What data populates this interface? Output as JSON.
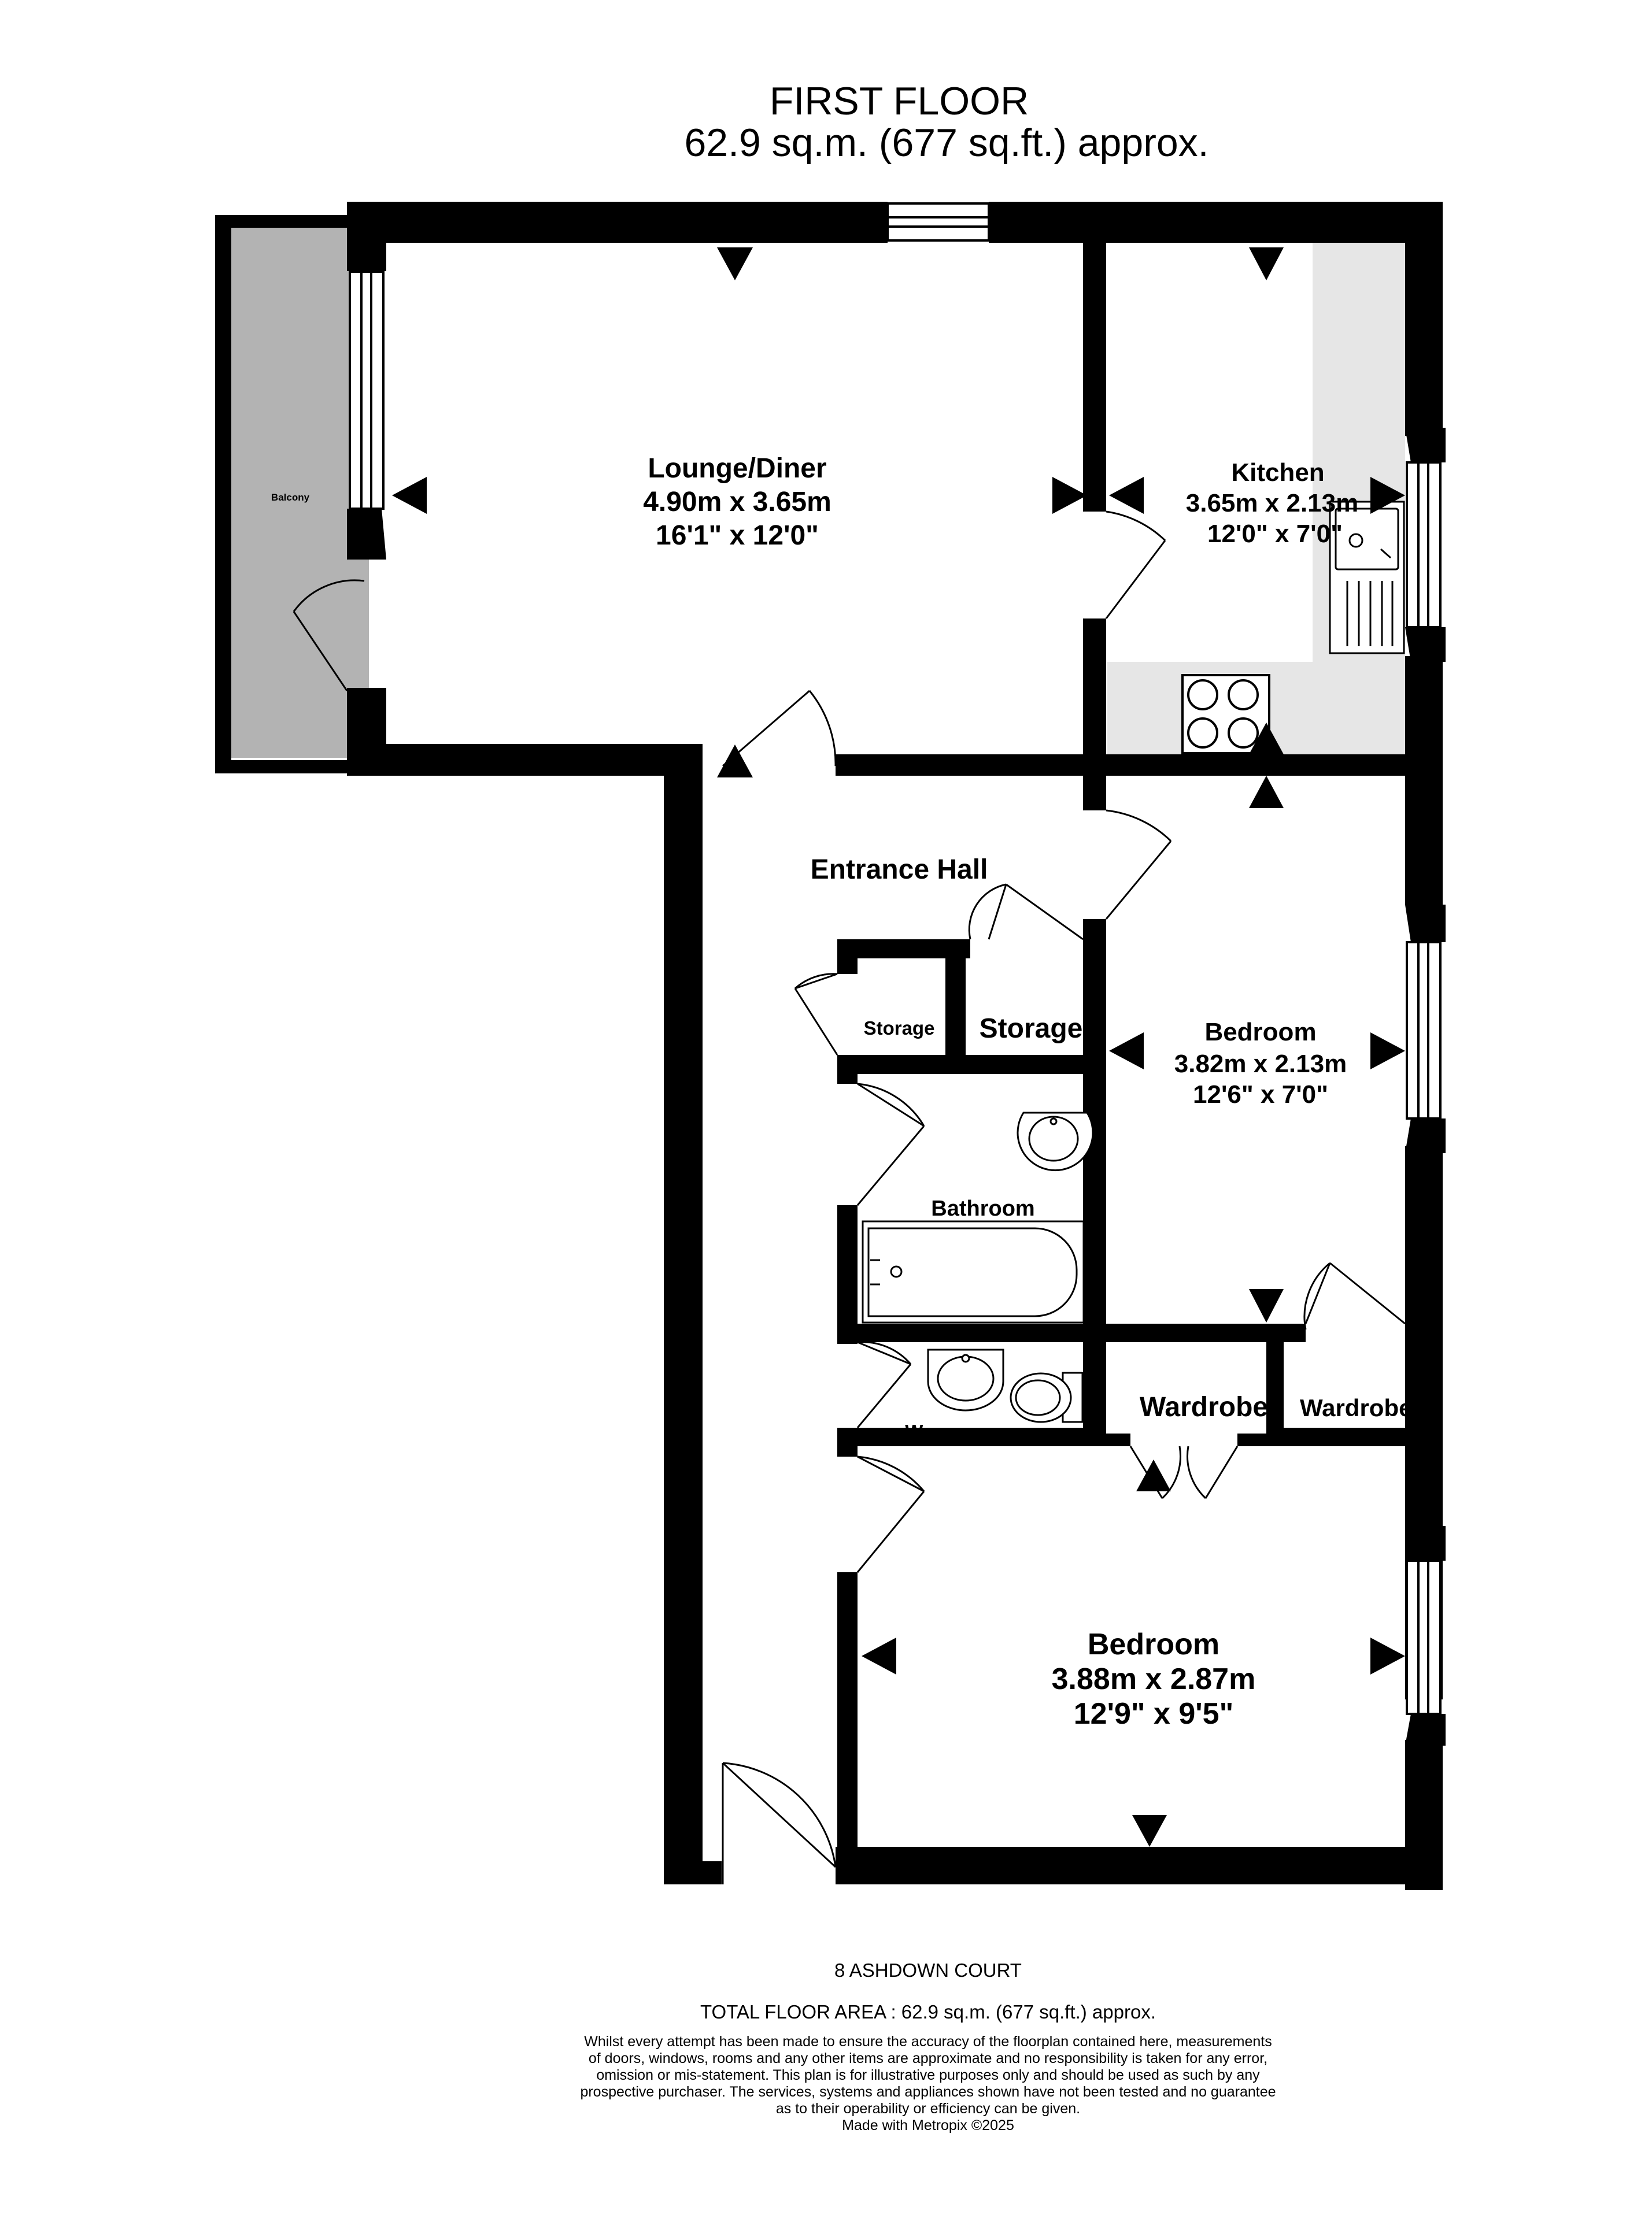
{
  "header": {
    "floor_name": "FIRST FLOOR",
    "floor_area": "62.9 sq.m. (677 sq.ft.) approx."
  },
  "rooms": {
    "lounge": {
      "name": "Lounge/Diner",
      "metric": "4.90m  x 3.65m",
      "imperial": "16'1\"  x 12'0\""
    },
    "kitchen": {
      "name": "Kitchen",
      "metric": "3.65m  x 2.13m",
      "imperial": "12'0\"  x 7'0\""
    },
    "bedroom_small": {
      "name": "Bedroom",
      "metric": "3.82m  x 2.13m",
      "imperial": "12'6\"  x 7'0\""
    },
    "bedroom_large": {
      "name": "Bedroom",
      "metric": "3.88m  x 2.87m",
      "imperial": "12'9\"  x 9'5\""
    },
    "entrance_hall": "Entrance Hall",
    "storage_small": "Storage",
    "storage_large": "Storage",
    "bathroom": "Bathroom",
    "wc": "Wc",
    "wardrobe_left": "Wardrobe",
    "wardrobe_right": "Wardrobe",
    "balcony": "Balcony"
  },
  "footer": {
    "address": "8 ASHDOWN COURT",
    "total_area": "TOTAL FLOOR AREA : 62.9 sq.m. (677 sq.ft.) approx.",
    "disclaimer_lines": [
      "Whilst every attempt has been made to ensure the accuracy of the floorplan contained here, measurements",
      "of doors, windows, rooms and any other items are approximate and no responsibility is taken for any error,",
      "omission or mis-statement. This plan is for illustrative purposes only and should be used as such by any",
      "prospective purchaser. The services, systems and appliances shown have not been tested and no guarantee",
      "as to their operability or efficiency can be given."
    ],
    "credit": "Made with Metropix ©2025"
  },
  "colors": {
    "wall": "#000000",
    "balcony_fill": "#b3b3b3",
    "kitchen_counter": "#e6e6e6",
    "background": "#ffffff"
  }
}
